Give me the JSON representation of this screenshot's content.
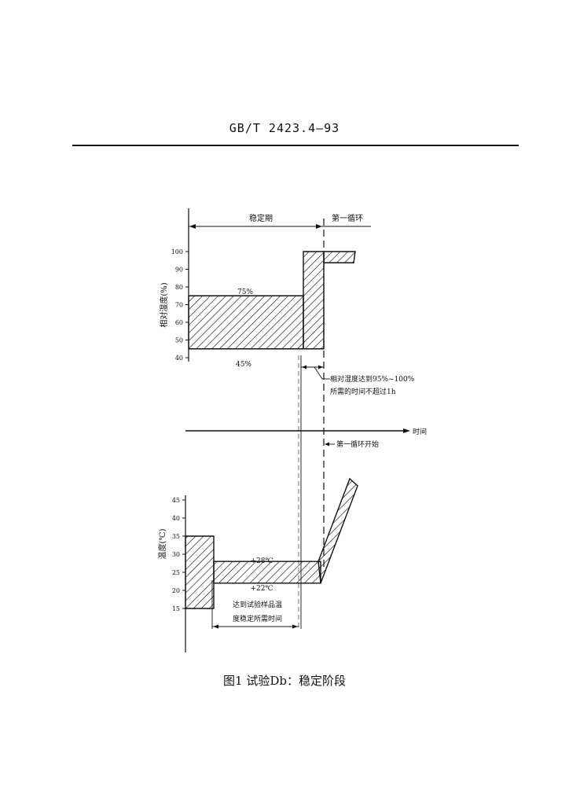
{
  "header": {
    "standard_number": "GB/T 2423.4—93"
  },
  "figure": {
    "stabilization_period_label": "稳定期",
    "first_cycle_label": "第一循环",
    "time_axis_label": "时间",
    "first_cycle_start_label": "第一循环开始",
    "humidity_note_line1": "相对湿度达到95%~100%",
    "humidity_note_line2": "所需的时间不超过1h",
    "temperature_note_line1": "达到试验样品温",
    "temperature_note_line2": "度稳定所需时间",
    "caption": "图1  试验Db：稳定阶段"
  },
  "chart_data": [
    {
      "type": "area",
      "ylabel": "相对湿度(%)",
      "yticks": [
        40,
        50,
        60,
        70,
        80,
        90,
        100
      ],
      "ylim": [
        40,
        100
      ],
      "band_labels": [
        "75%",
        "45%"
      ],
      "stabilization_band": {
        "lower": 45,
        "upper": 75
      },
      "first_cycle_band": {
        "lower": 95,
        "upper": 100
      }
    },
    {
      "type": "area",
      "ylabel": "温度(℃)",
      "yticks": [
        15,
        20,
        25,
        30,
        35,
        40,
        45
      ],
      "ylim": [
        15,
        45
      ],
      "band_labels": [
        "+28℃",
        "+22℃"
      ],
      "initial_band": {
        "lower": 15,
        "upper": 35
      },
      "stabilization_band": {
        "lower": 22,
        "upper": 28
      }
    }
  ]
}
